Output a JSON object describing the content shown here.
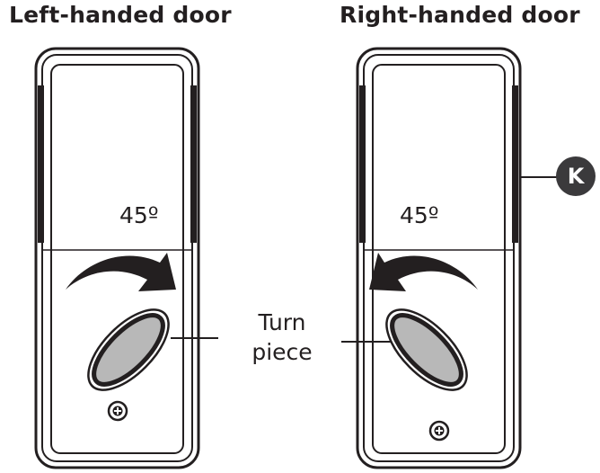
{
  "titles": {
    "left": "Left-handed door",
    "right": "Right-handed door"
  },
  "angles": {
    "left": "45º",
    "right": "45º"
  },
  "callout": {
    "line1": "Turn",
    "line2": "piece"
  },
  "badge": {
    "label": "K"
  },
  "colors": {
    "ink": "#231f20",
    "badge": "#3b3a3c",
    "knob_fill": "#b8b8b8"
  }
}
